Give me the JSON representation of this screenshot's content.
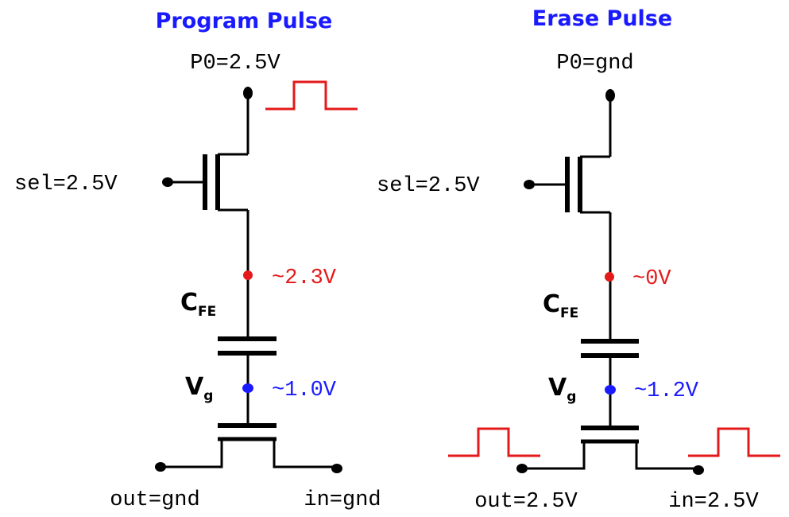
{
  "colors": {
    "title": "#1a1aff",
    "wire": "#000000",
    "pulse": "#e41a1a",
    "top_node": "#e41a1a",
    "gate_node": "#1a1aff"
  },
  "program": {
    "title": "Program Pulse",
    "p0": "P0=2.5V",
    "sel": "sel=2.5V",
    "top_node_voltage": "~2.3V",
    "gate_node_voltage": "~1.0V",
    "cap_main": "C",
    "cap_sub": "FE",
    "vg_main": "V",
    "vg_sub": "g",
    "out": "out=gnd",
    "in": "in=gnd"
  },
  "erase": {
    "title": "Erase Pulse",
    "p0": "P0=gnd",
    "sel": "sel=2.5V",
    "top_node_voltage": "~0V",
    "gate_node_voltage": "~1.2V",
    "cap_main": "C",
    "cap_sub": "FE",
    "vg_main": "V",
    "vg_sub": "g",
    "out": "out=2.5V",
    "in": "in=2.5V"
  }
}
